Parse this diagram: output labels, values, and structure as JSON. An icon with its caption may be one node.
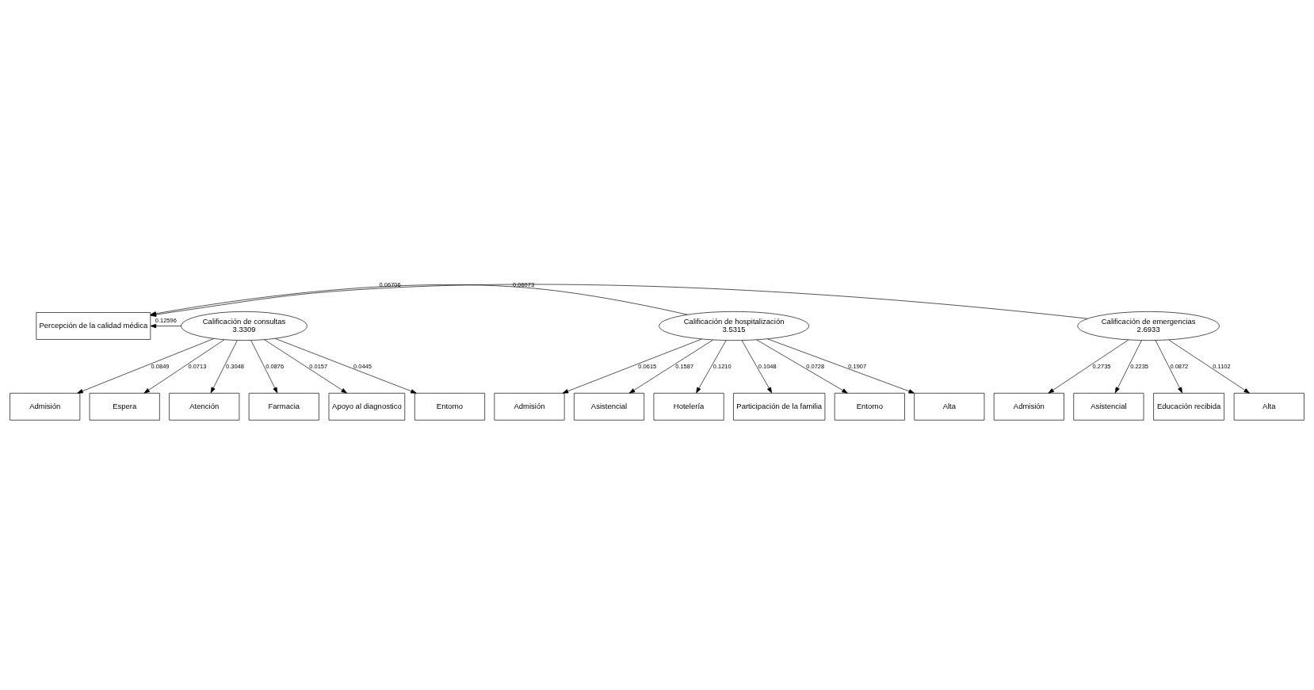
{
  "diagram": {
    "nodes": [
      {
        "text": [
          "Percepción de la calidad médica"
        ]
      },
      {
        "text": [
          "Admisión"
        ]
      },
      {
        "text": [
          "Espera"
        ]
      },
      {
        "text": [
          "Atención"
        ]
      },
      {
        "text": [
          "Farmacia"
        ]
      },
      {
        "text": [
          "Apoyo al diagnostico"
        ]
      },
      {
        "text": [
          "Entorno"
        ]
      },
      {
        "text": [
          "Calificación de consultas",
          "3.3309"
        ]
      },
      {
        "text": [
          "Calificación de hospitalización",
          "3.5315"
        ]
      },
      {
        "text": [
          "Admisión"
        ]
      },
      {
        "text": [
          "Asistencial"
        ]
      },
      {
        "text": [
          "Hotelería"
        ]
      },
      {
        "text": [
          "Participación de la familia"
        ]
      },
      {
        "text": [
          "Entorno"
        ]
      },
      {
        "text": [
          "Alta"
        ]
      },
      {
        "text": [
          "Calificación de emergencias",
          "2.6933"
        ]
      },
      {
        "text": [
          "Admisión"
        ]
      },
      {
        "text": [
          "Asistencial"
        ]
      },
      {
        "text": [
          "Educación recibida"
        ]
      },
      {
        "text": [
          "Alta"
        ]
      }
    ],
    "edges": [
      {
        "from": 7,
        "to": 0,
        "arrow": "to",
        "label": "0.12596"
      },
      {
        "from": 15,
        "to": 0,
        "arrow": "to",
        "label": "0.06706"
      },
      {
        "from": 8,
        "to": 0,
        "arrow": "to",
        "label": "0.06073"
      },
      {
        "from": 7,
        "to": 1,
        "arrow": "to",
        "label": "0.0849"
      },
      {
        "from": 7,
        "to": 2,
        "arrow": "to",
        "label": "0.0713"
      },
      {
        "from": 7,
        "to": 3,
        "arrow": "to",
        "label": "0.3048"
      },
      {
        "from": 7,
        "to": 4,
        "arrow": "to",
        "label": "0.0876"
      },
      {
        "from": 7,
        "to": 5,
        "arrow": "to",
        "label": "0.0157"
      },
      {
        "from": 7,
        "to": 6,
        "arrow": "to",
        "label": "0.0445"
      },
      {
        "from": 8,
        "to": 9,
        "arrow": "to",
        "label": "0.0615"
      },
      {
        "from": 8,
        "to": 10,
        "arrow": "to",
        "label": "0.1587"
      },
      {
        "from": 8,
        "to": 11,
        "arrow": "to",
        "label": "0.1210"
      },
      {
        "from": 8,
        "to": 12,
        "arrow": "to",
        "label": "0.1048"
      },
      {
        "from": 8,
        "to": 13,
        "arrow": "to",
        "label": "0.0728"
      },
      {
        "from": 8,
        "to": 14,
        "arrow": "to",
        "label": "0.1907"
      },
      {
        "from": 15,
        "to": 16,
        "arrow": "to",
        "label": "0.2735"
      },
      {
        "from": 15,
        "to": 17,
        "arrow": "to",
        "label": "0.2235"
      },
      {
        "from": 15,
        "to": 18,
        "arrow": "to",
        "label": "0.0872"
      },
      {
        "from": 15,
        "to": 19,
        "arrow": "to",
        "label": "0.1102"
      }
    ]
  }
}
